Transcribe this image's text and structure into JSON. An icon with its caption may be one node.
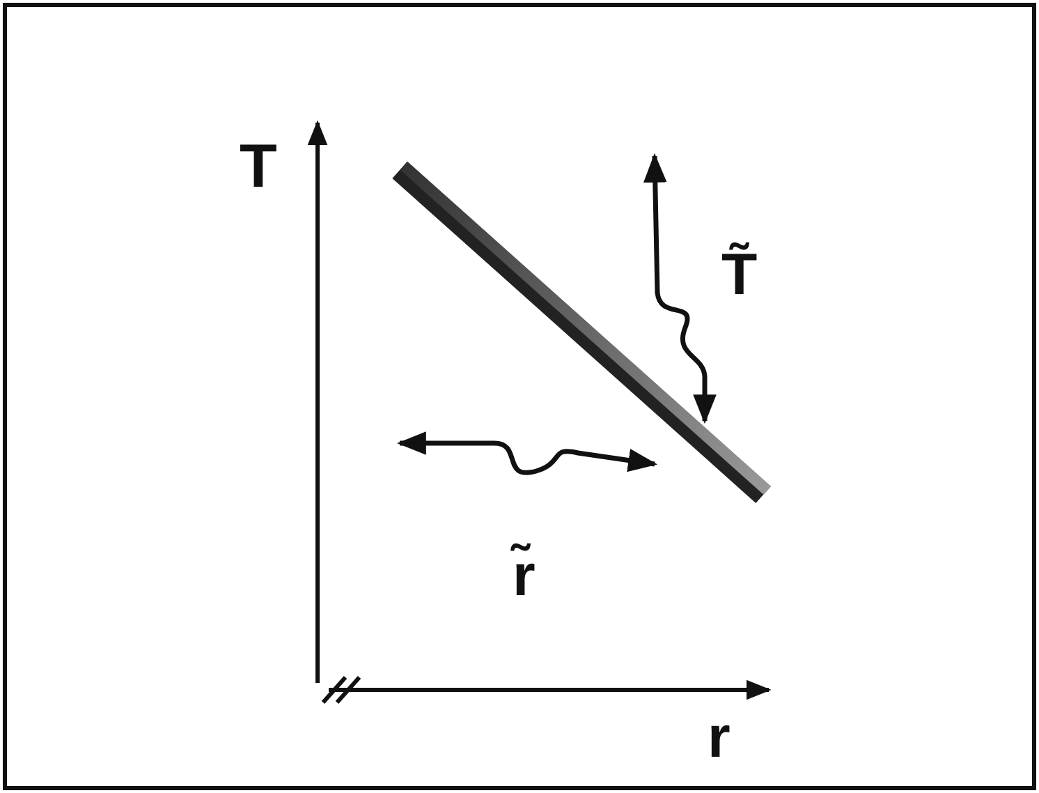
{
  "diagram": {
    "labels": [
      "T",
      "T̃",
      "r̃",
      "r"
    ]
  }
}
